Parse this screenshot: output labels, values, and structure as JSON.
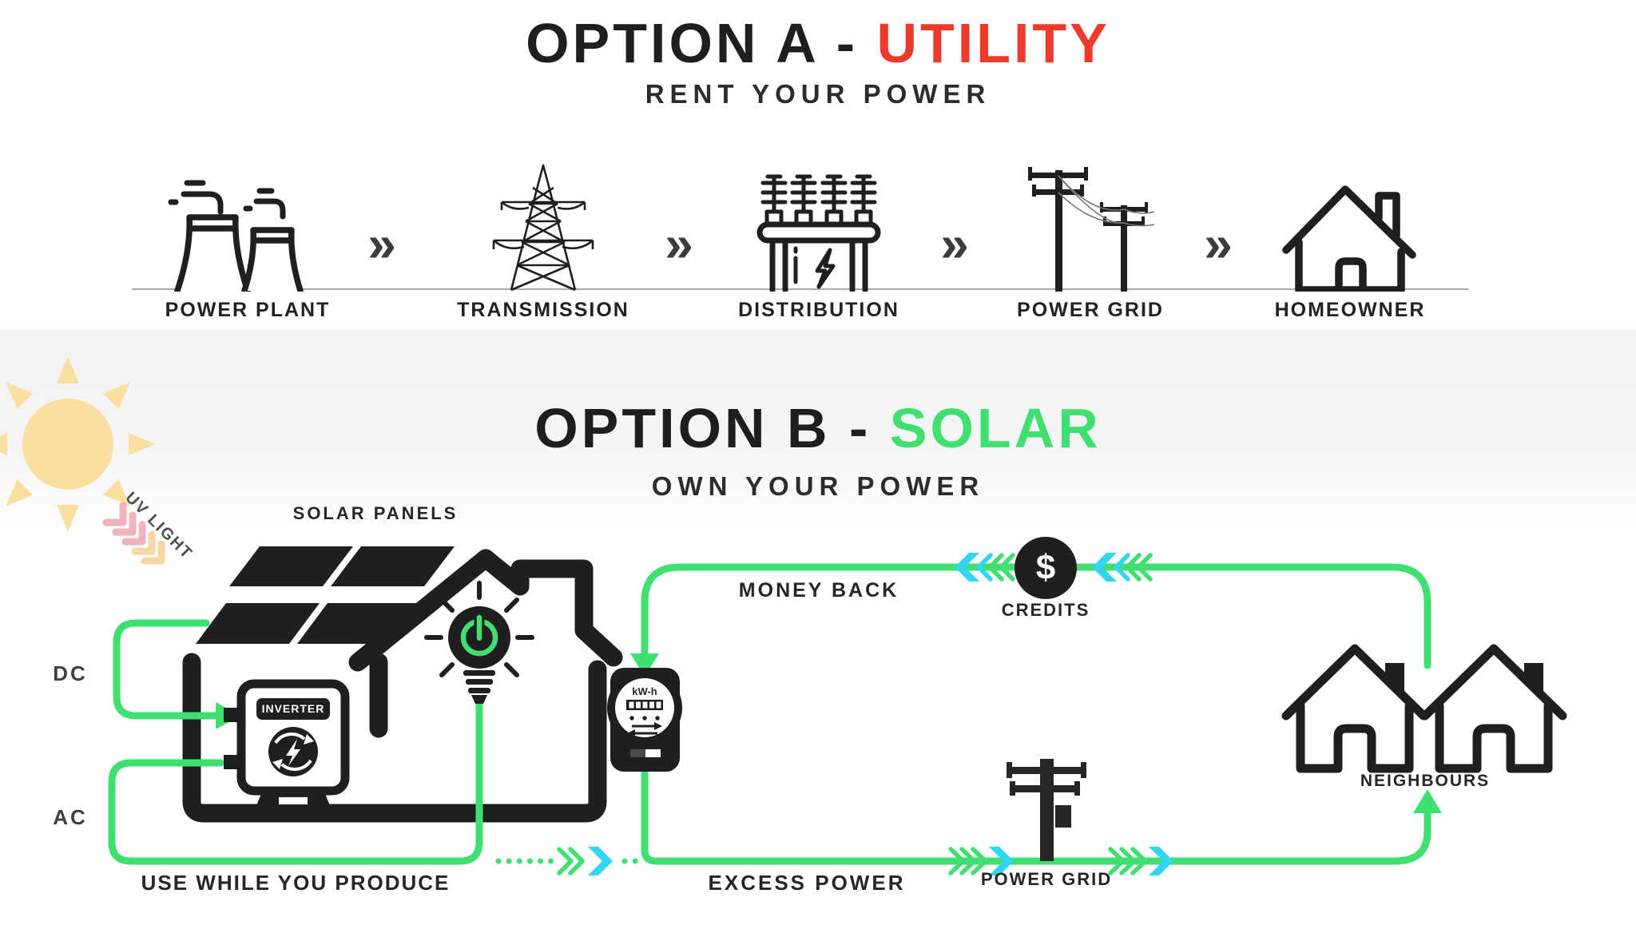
{
  "option_a": {
    "title_prefix": "OPTION A - ",
    "title_accent": "UTILITY",
    "subtitle": "RENT YOUR POWER",
    "flow_arrow": "»",
    "stages": [
      {
        "label": "POWER PLANT"
      },
      {
        "label": "TRANSMISSION"
      },
      {
        "label": "DISTRIBUTION"
      },
      {
        "label": "POWER GRID"
      },
      {
        "label": "HOMEOWNER"
      }
    ]
  },
  "option_b": {
    "title_prefix": "OPTION B - ",
    "title_accent": "SOLAR",
    "subtitle": "OWN YOUR POWER",
    "labels": {
      "uv_light": "UV LIGHT",
      "solar_panels": "SOLAR PANELS",
      "dc": "DC",
      "ac": "AC",
      "inverter": "INVERTER",
      "meter_unit": "kW-h",
      "money_back": "MONEY BACK",
      "credits": "CREDITS",
      "dollar_sign": "$",
      "use_while_you_produce": "USE WHILE YOU PRODUCE",
      "excess_power": "EXCESS POWER",
      "power_grid": "POWER GRID",
      "neighbours": "NEIGHBOURS"
    }
  },
  "colors": {
    "accent_red": "#ee3a2a",
    "accent_green": "#3fdf70",
    "wire_green": "#3fdf70",
    "arrow_cyan": "#30d6f4",
    "ink_black": "#1f1f1f",
    "sun_yellow": "#fbdfa2",
    "uv_pink": "#f2b4bc",
    "uv_peach": "#f8d7a4"
  }
}
